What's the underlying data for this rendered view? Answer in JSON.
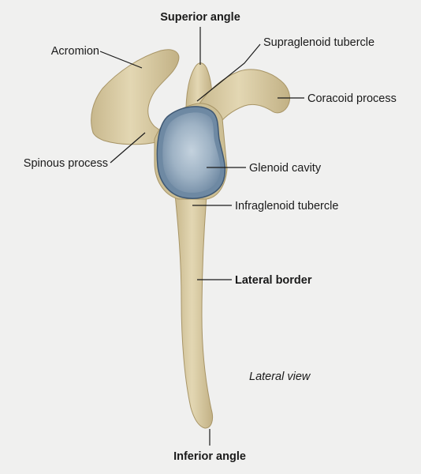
{
  "labels": {
    "superior_angle": "Superior angle",
    "acromion": "Acromion",
    "supraglenoid_tubercle": "Supraglenoid tubercle",
    "coracoid_process": "Coracoid process",
    "spinous_process": "Spinous process",
    "glenoid_cavity": "Glenoid cavity",
    "infraglenoid_tubercle": "Infraglenoid tubercle",
    "lateral_border": "Lateral border",
    "lateral_view": "Lateral view",
    "inferior_angle": "Inferior angle"
  },
  "colors": {
    "background": "#f0f0ef",
    "bone": "#dccfa7",
    "bone_shadow": "#b3a276",
    "glenoid": "#9fb3c5",
    "glenoid_rim": "#5f7a95"
  }
}
